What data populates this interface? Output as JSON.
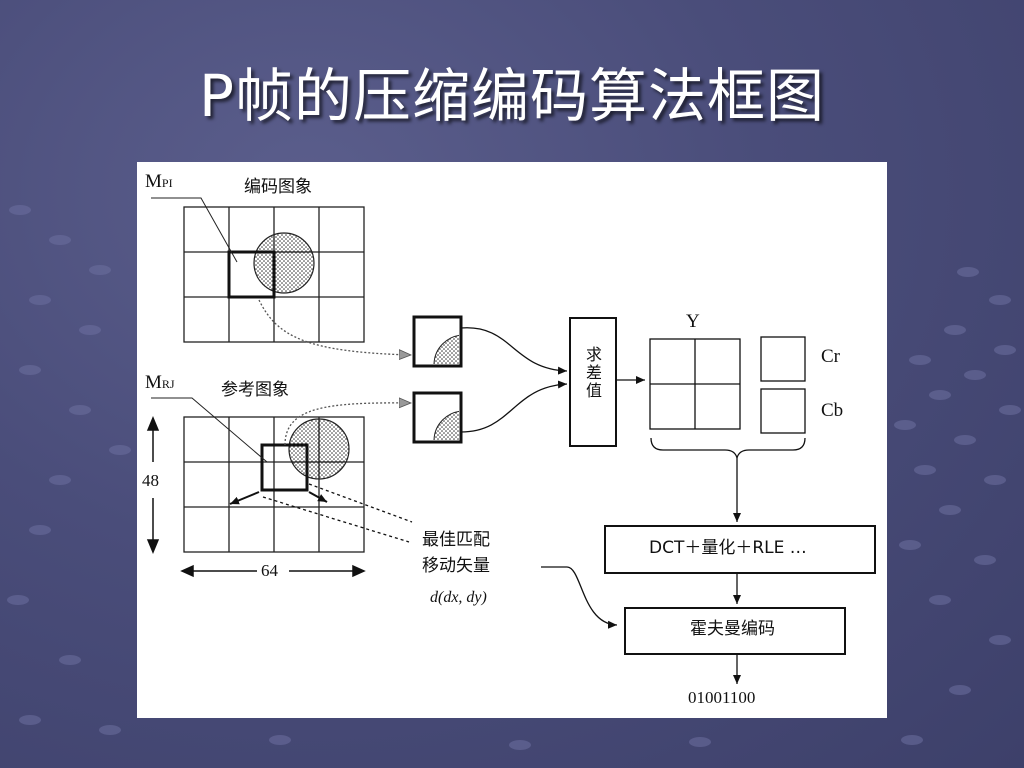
{
  "slide": {
    "title": "P帧的压缩编码算法框图"
  },
  "diagram": {
    "current_frame": {
      "label": "编码图象",
      "block_label_main": "M",
      "block_label_sub": "PI"
    },
    "reference_frame": {
      "label": "参考图象",
      "block_label_main": "M",
      "block_label_sub": "RJ"
    },
    "dimensions": {
      "height": "48",
      "width": "64"
    },
    "difference_block": {
      "label": "求差值"
    },
    "luma": {
      "label": "Y"
    },
    "chroma": [
      {
        "label": "Cr"
      },
      {
        "label": "Cb"
      }
    ],
    "transform_block": {
      "label": "DCT＋量化＋RLE …"
    },
    "huffman_block": {
      "label": "霍夫曼编码"
    },
    "motion_vector": {
      "label_line1": "最佳匹配",
      "label_line2": "移动矢量",
      "formula": "d(dx, dy)"
    },
    "output_bits": "01001100"
  },
  "colors": {
    "background": "#4a4d7a",
    "panel": "#ffffff",
    "line": "#111111",
    "title": "#ffffff"
  }
}
